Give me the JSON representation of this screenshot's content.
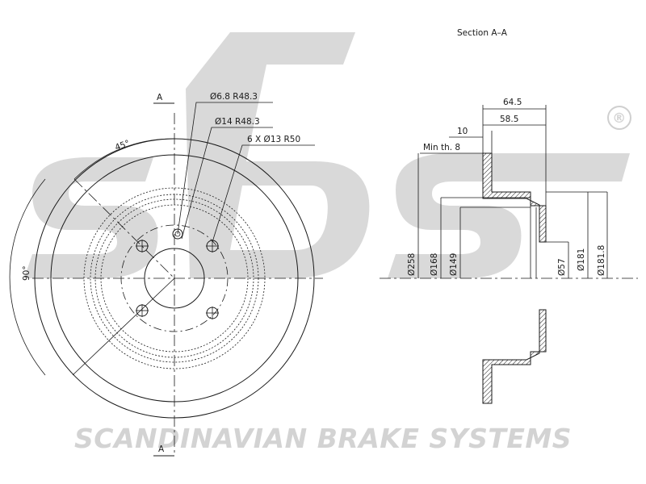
{
  "watermark": {
    "brand_logo": "sbs",
    "company_name": "SCANDINAVIAN BRAKE SYSTEMS",
    "registered_mark": "®"
  },
  "front_view": {
    "section_marker_top": "A",
    "section_marker_bottom": "A",
    "angle_45": "45°",
    "angle_90": "90°",
    "callout_1": "Ø6.8  R48.3",
    "callout_2": "Ø14  R48.3",
    "callout_3": "6 X Ø13  R50"
  },
  "section_view": {
    "title": "Section A–A",
    "dim_64_5": "64.5",
    "dim_58_5": "58.5",
    "dim_10": "10",
    "min_thickness": "Min th. 8",
    "dia_258": "Ø258",
    "dia_168": "Ø168",
    "dia_149": "Ø149",
    "dia_57": "Ø57",
    "dia_181": "Ø181",
    "dia_181_8": "Ø181.8"
  }
}
